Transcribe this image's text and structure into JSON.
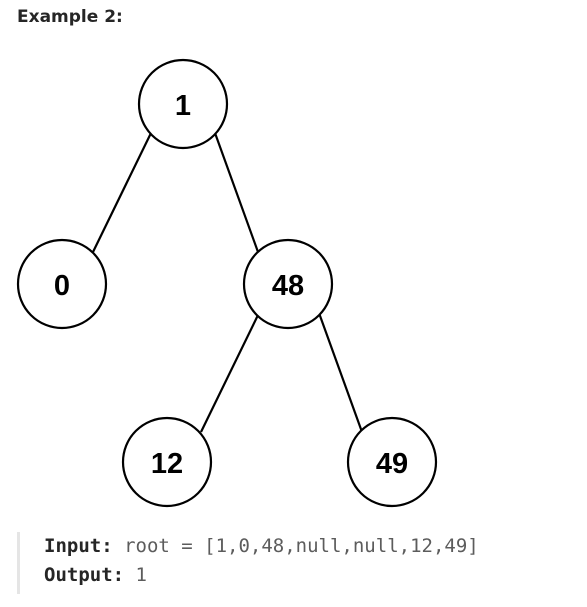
{
  "heading": "Example 2:",
  "tree": {
    "nodes": [
      {
        "id": "n1",
        "label": "1"
      },
      {
        "id": "n0",
        "label": "0"
      },
      {
        "id": "n48",
        "label": "48"
      },
      {
        "id": "n12",
        "label": "12"
      },
      {
        "id": "n49",
        "label": "49"
      }
    ],
    "edges": [
      {
        "from": "n1",
        "to": "n0"
      },
      {
        "from": "n1",
        "to": "n48"
      },
      {
        "from": "n48",
        "to": "n12"
      },
      {
        "from": "n48",
        "to": "n49"
      }
    ]
  },
  "io": {
    "input_label": "Input:",
    "input_value": "root = [1,0,48,null,null,12,49]",
    "output_label": "Output:",
    "output_value": "1"
  }
}
